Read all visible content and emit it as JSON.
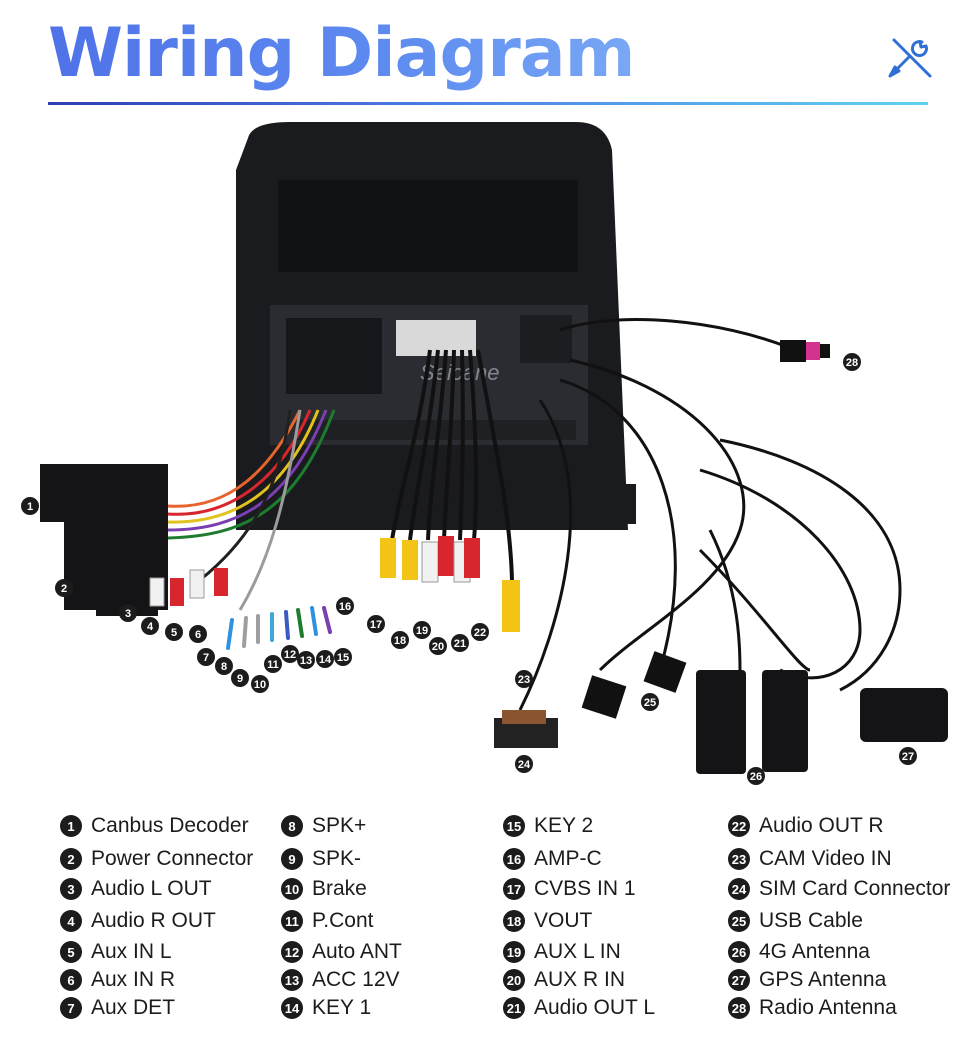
{
  "header": {
    "title": "Wiring Diagram",
    "icon": "tools-icon"
  },
  "watermark": "Seicane",
  "legend": [
    {
      "num": "1",
      "label": "Canbus Decoder"
    },
    {
      "num": "2",
      "label": "Power Connector"
    },
    {
      "num": "3",
      "label": "Audio L OUT"
    },
    {
      "num": "4",
      "label": "Audio R OUT"
    },
    {
      "num": "5",
      "label": "Aux IN L"
    },
    {
      "num": "6",
      "label": "Aux IN R"
    },
    {
      "num": "7",
      "label": "Aux DET"
    },
    {
      "num": "8",
      "label": "SPK+"
    },
    {
      "num": "9",
      "label": "SPK-"
    },
    {
      "num": "10",
      "label": "Brake"
    },
    {
      "num": "11",
      "label": "P.Cont"
    },
    {
      "num": "12",
      "label": "Auto ANT"
    },
    {
      "num": "13",
      "label": "ACC 12V"
    },
    {
      "num": "14",
      "label": "KEY 1"
    },
    {
      "num": "15",
      "label": "KEY 2"
    },
    {
      "num": "16",
      "label": "AMP-C"
    },
    {
      "num": "17",
      "label": "CVBS IN 1"
    },
    {
      "num": "18",
      "label": "VOUT"
    },
    {
      "num": "19",
      "label": "AUX L IN"
    },
    {
      "num": "20",
      "label": "AUX R IN"
    },
    {
      "num": "21",
      "label": "Audio OUT L"
    },
    {
      "num": "22",
      "label": "Audio OUT R"
    },
    {
      "num": "23",
      "label": "CAM Video IN"
    },
    {
      "num": "24",
      "label": "SIM Card Connector"
    },
    {
      "num": "25",
      "label": "USB Cable"
    },
    {
      "num": "26",
      "label": "4G Antenna"
    },
    {
      "num": "27",
      "label": "GPS Antenna"
    },
    {
      "num": "28",
      "label": "Radio Antenna"
    }
  ],
  "colors": {
    "accent": "#4f72e8",
    "badge": "#1c1c1c",
    "rca_red": "#d7262e",
    "rca_white": "#f1f1f1",
    "rca_yellow": "#f3c316"
  }
}
